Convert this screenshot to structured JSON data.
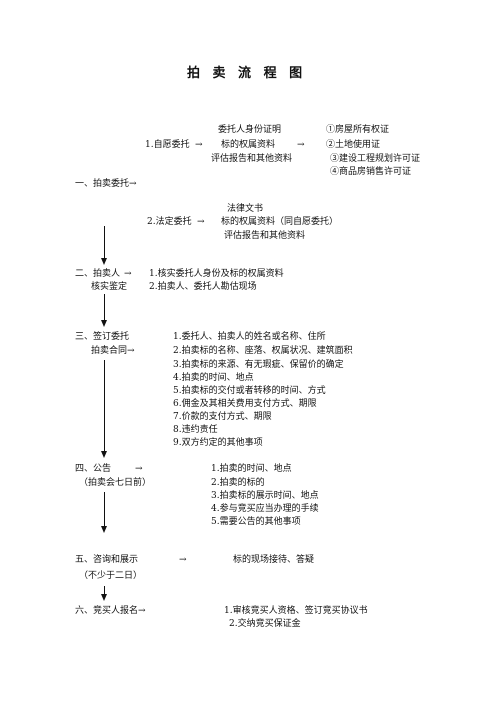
{
  "title": "拍 卖 流 程 图",
  "s1": {
    "head": "一、拍卖委托→",
    "voluntary": {
      "label": "1.自愿委托",
      "arrow": "→",
      "arrow2": "→",
      "items": [
        "委托人身份证明",
        "标的权属资料",
        "评估报告和其他资料"
      ],
      "certs": [
        "①房屋所有权证",
        "②土地使用证",
        "③建设工程规划许可证",
        "④商品房销售许可证"
      ]
    },
    "legal": {
      "label": "2.法定委托",
      "arrow": "→",
      "items": [
        "法律文书",
        "标的权属资料（同自愿委托）",
        "评估报告和其他资料"
      ]
    }
  },
  "s2": {
    "head": [
      "二、拍卖人",
      "核实鉴定"
    ],
    "arrow": "→",
    "items": [
      "1.核实委托人身份及标的权属资料",
      "2.拍卖人、委托人勘估现场"
    ]
  },
  "s3": {
    "head": [
      "三、签订委托",
      "拍卖合同→"
    ],
    "items": [
      "1.委托人、拍卖人的姓名或名称、住所",
      "2.拍卖标的名称、座落、权属状况、建筑面积",
      "3.拍卖标的来源、有无瑕疵、保留价的确定",
      "4.拍卖的时间、地点",
      "5.拍卖标的交付或者转移的时间、方式",
      "6.佣金及其相关费用支付方式、期限",
      "7.价款的支付方式、期限",
      "8.违约责任",
      "9.双方约定的其他事项"
    ]
  },
  "s4": {
    "head": [
      "四、公告",
      "（拍卖会七日前）"
    ],
    "arrow": "→",
    "items": [
      "1.拍卖的时间、地点",
      "2.拍卖的标的",
      "3.拍卖标的展示时间、地点",
      "4.参与竞买应当办理的手续",
      "5.需要公告的其他事项"
    ]
  },
  "s5": {
    "head": [
      "五、咨询和展示",
      "（不少于二日）"
    ],
    "arrow": "→",
    "text": "标的现场接待、答疑"
  },
  "s6": {
    "head": "六、竞买人报名→",
    "items": [
      "1.审核竞买人资格、签订竞买协议书",
      "2.交纳竞买保证金"
    ]
  }
}
